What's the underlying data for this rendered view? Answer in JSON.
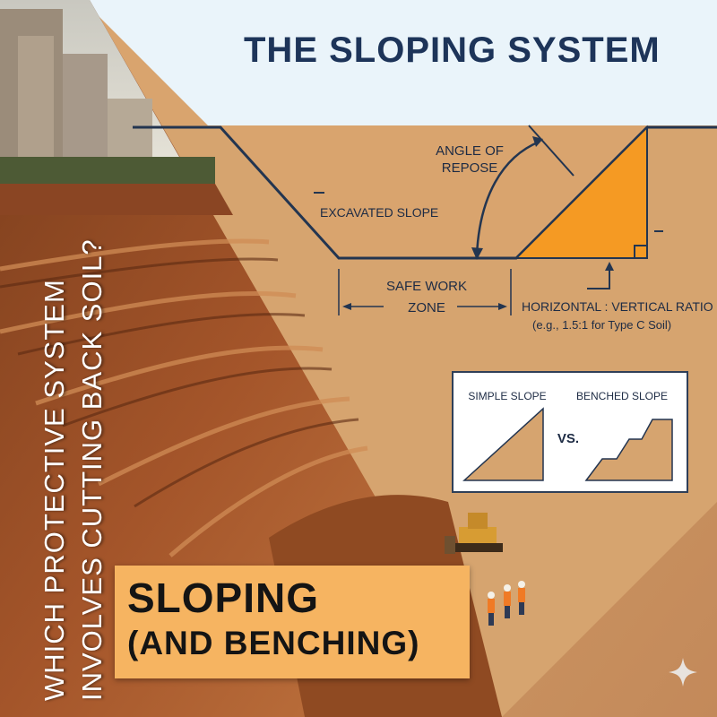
{
  "header": {
    "title": "THE SLOPING SYSTEM"
  },
  "question": {
    "line1": "WHICH PROTECTIVE SYSTEM",
    "line2": "INVOLVES CUTTING BACK SOIL?"
  },
  "answer": {
    "line1": "SLOPING",
    "line2": "(AND BENCHING)"
  },
  "diagram": {
    "angle_label_line1": "ANGLE OF",
    "angle_label_line2": "REPOSE",
    "excavated_label": "EXCAVATED SLOPE",
    "work_zone_line1": "SAFE WORK",
    "work_zone_line2": "ZONE",
    "ratio_line1": "HORIZONTAL : VERTICAL RATIO",
    "ratio_line2": "(e.g., 1.5:1 for Type C Soil)"
  },
  "comparison": {
    "left_label": "SIMPLE SLOPE",
    "vs_label": "VS.",
    "right_label": "BENCHED SLOPE"
  },
  "colors": {
    "sky": "#eaf4fa",
    "soil_diagram": "#d6a46f",
    "highlight_triangle": "#f59a23",
    "answer_bg": "#f6b461",
    "title_color": "#1d3459",
    "outline": "#233550"
  },
  "icons": {
    "sparkle": "sparkle-icon"
  }
}
